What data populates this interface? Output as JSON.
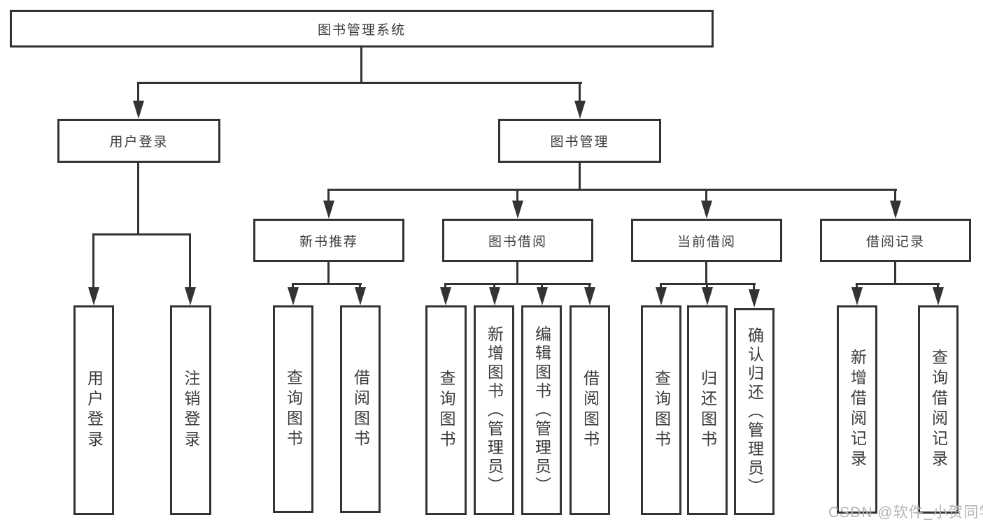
{
  "tree": {
    "root": "图书管理系统",
    "user_login": {
      "label": "用户登录",
      "children": [
        "用户登录",
        "注销登录"
      ]
    },
    "book_management": {
      "label": "图书管理",
      "sections": {
        "new_books": {
          "label": "新书推荐",
          "children": [
            "查询图书",
            "借阅图书"
          ]
        },
        "book_borrow": {
          "label": "图书借阅",
          "children": [
            "查询图书",
            "新增图书（管理员）",
            "编辑图书（管理员）",
            "借阅图书"
          ]
        },
        "current_borrow": {
          "label": "当前借阅",
          "children": [
            "查询图书",
            "归还图书",
            "确认归还（管理员）"
          ]
        },
        "borrow_records": {
          "label": "借阅记录",
          "children": [
            "新增借阅记录",
            "查询借阅记录"
          ]
        }
      }
    }
  },
  "watermark": "CSDN @软件_小贺同学",
  "colors": {
    "line": "#333333",
    "text": "#3b3b3b",
    "watermark": "#b3b3b3",
    "background": "#ffffff"
  }
}
